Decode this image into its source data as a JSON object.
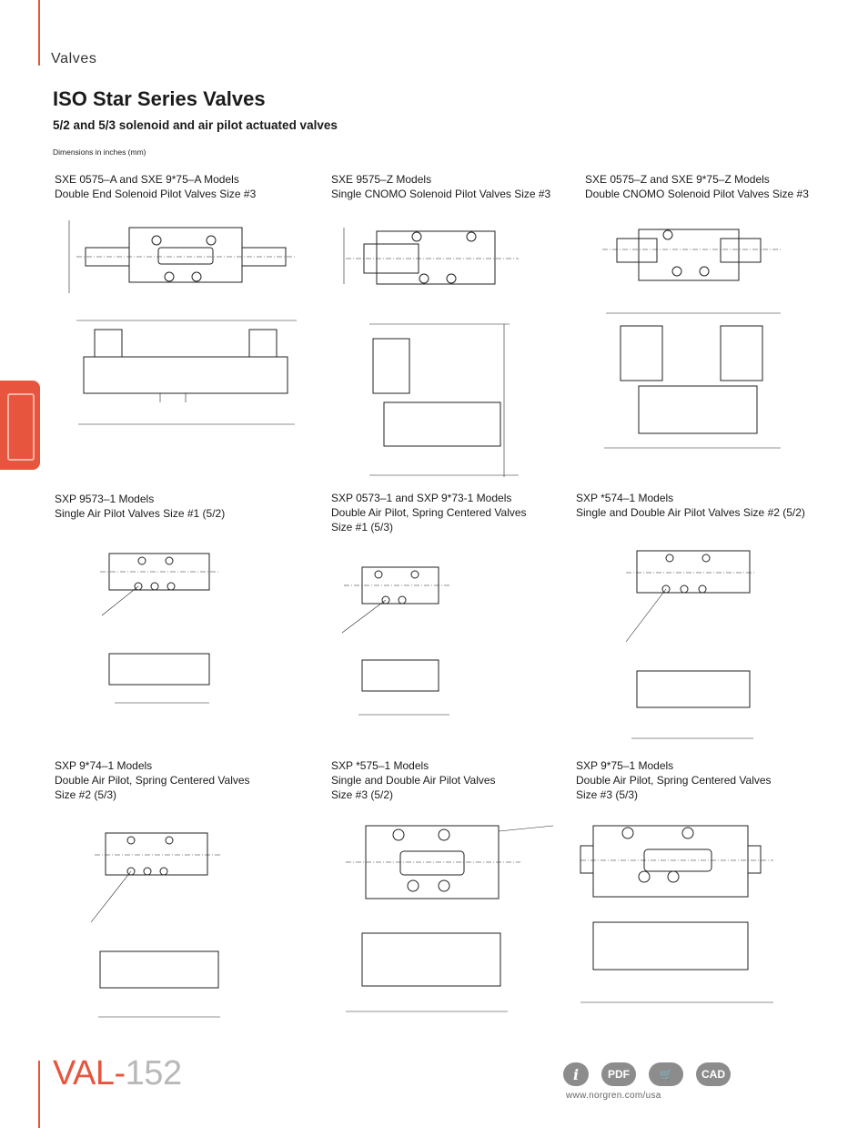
{
  "header": {
    "section": "Valves"
  },
  "title": "ISO Star Series Valves",
  "subtitle": "5/2 and 5/3 solenoid and air pilot actuated valves",
  "dimensions_note": "Dimensions in inches (mm)",
  "figures": [
    {
      "line1": "SXE 0575–A and SXE 9*75–A Models",
      "line2": "Double End Solenoid Pilot Valves Size #3",
      "line3": ""
    },
    {
      "line1": "SXE 9575–Z Models",
      "line2": "Single CNOMO Solenoid Pilot Valves Size #3",
      "line3": ""
    },
    {
      "line1": "SXE 0575–Z and SXE 9*75–Z Models",
      "line2": "Double CNOMO Solenoid Pilot Valves Size #3",
      "line3": ""
    },
    {
      "line1": "SXP 9573–1 Models",
      "line2": "Single Air Pilot Valves Size #1 (5/2)",
      "line3": ""
    },
    {
      "line1": "SXP 0573–1 and SXP 9*73-1 Models",
      "line2": "Double Air Pilot, Spring Centered Valves",
      "line3": "Size #1 (5/3)"
    },
    {
      "line1": "SXP *574–1 Models",
      "line2": "Single and Double Air Pilot Valves Size #2 (5/2)",
      "line3": ""
    },
    {
      "line1": "SXP 9*74–1 Models",
      "line2": "Double Air Pilot, Spring Centered Valves",
      "line3": "Size #2 (5/3)"
    },
    {
      "line1": "SXP *575–1 Models",
      "line2": "Single and Double Air Pilot Valves",
      "line3": "Size #3 (5/2)"
    },
    {
      "line1": "SXP 9*75–1 Models",
      "line2": "Double Air Pilot, Spring Centered Valves",
      "line3": "Size #3 (5/3)"
    }
  ],
  "footer": {
    "page_prefix": "VAL-",
    "page_number": "152",
    "url": "www.norgren.com/usa",
    "icons": [
      {
        "name": "info-icon",
        "label": "i"
      },
      {
        "name": "pdf-icon",
        "label": "PDF"
      },
      {
        "name": "cart-icon",
        "label": "🛒"
      },
      {
        "name": "cad-icon",
        "label": "CAD"
      }
    ]
  },
  "colors": {
    "accent": "#e8553e",
    "icon_gray": "#8c8c8c"
  }
}
